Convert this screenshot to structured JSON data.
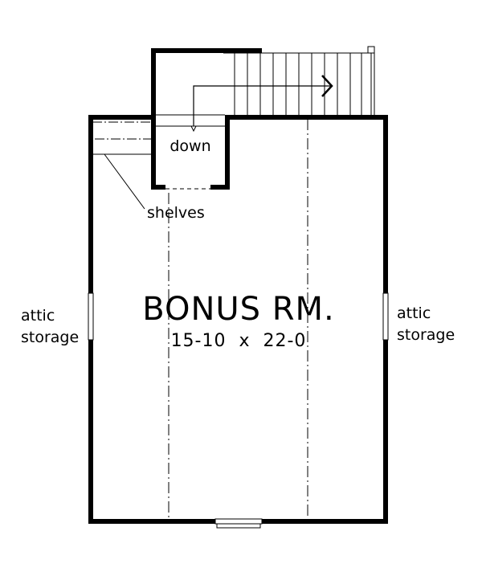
{
  "plan": {
    "room": {
      "name": "BONUS RM.",
      "dimensions": "15-10  x  22-0"
    },
    "labels": {
      "down": "down",
      "shelves": "shelves",
      "attic_left_line1": "attic",
      "attic_left_line2": "storage",
      "attic_right_line1": "attic",
      "attic_right_line2": "storage"
    },
    "colors": {
      "wall": "#000000",
      "background": "#ffffff"
    }
  }
}
